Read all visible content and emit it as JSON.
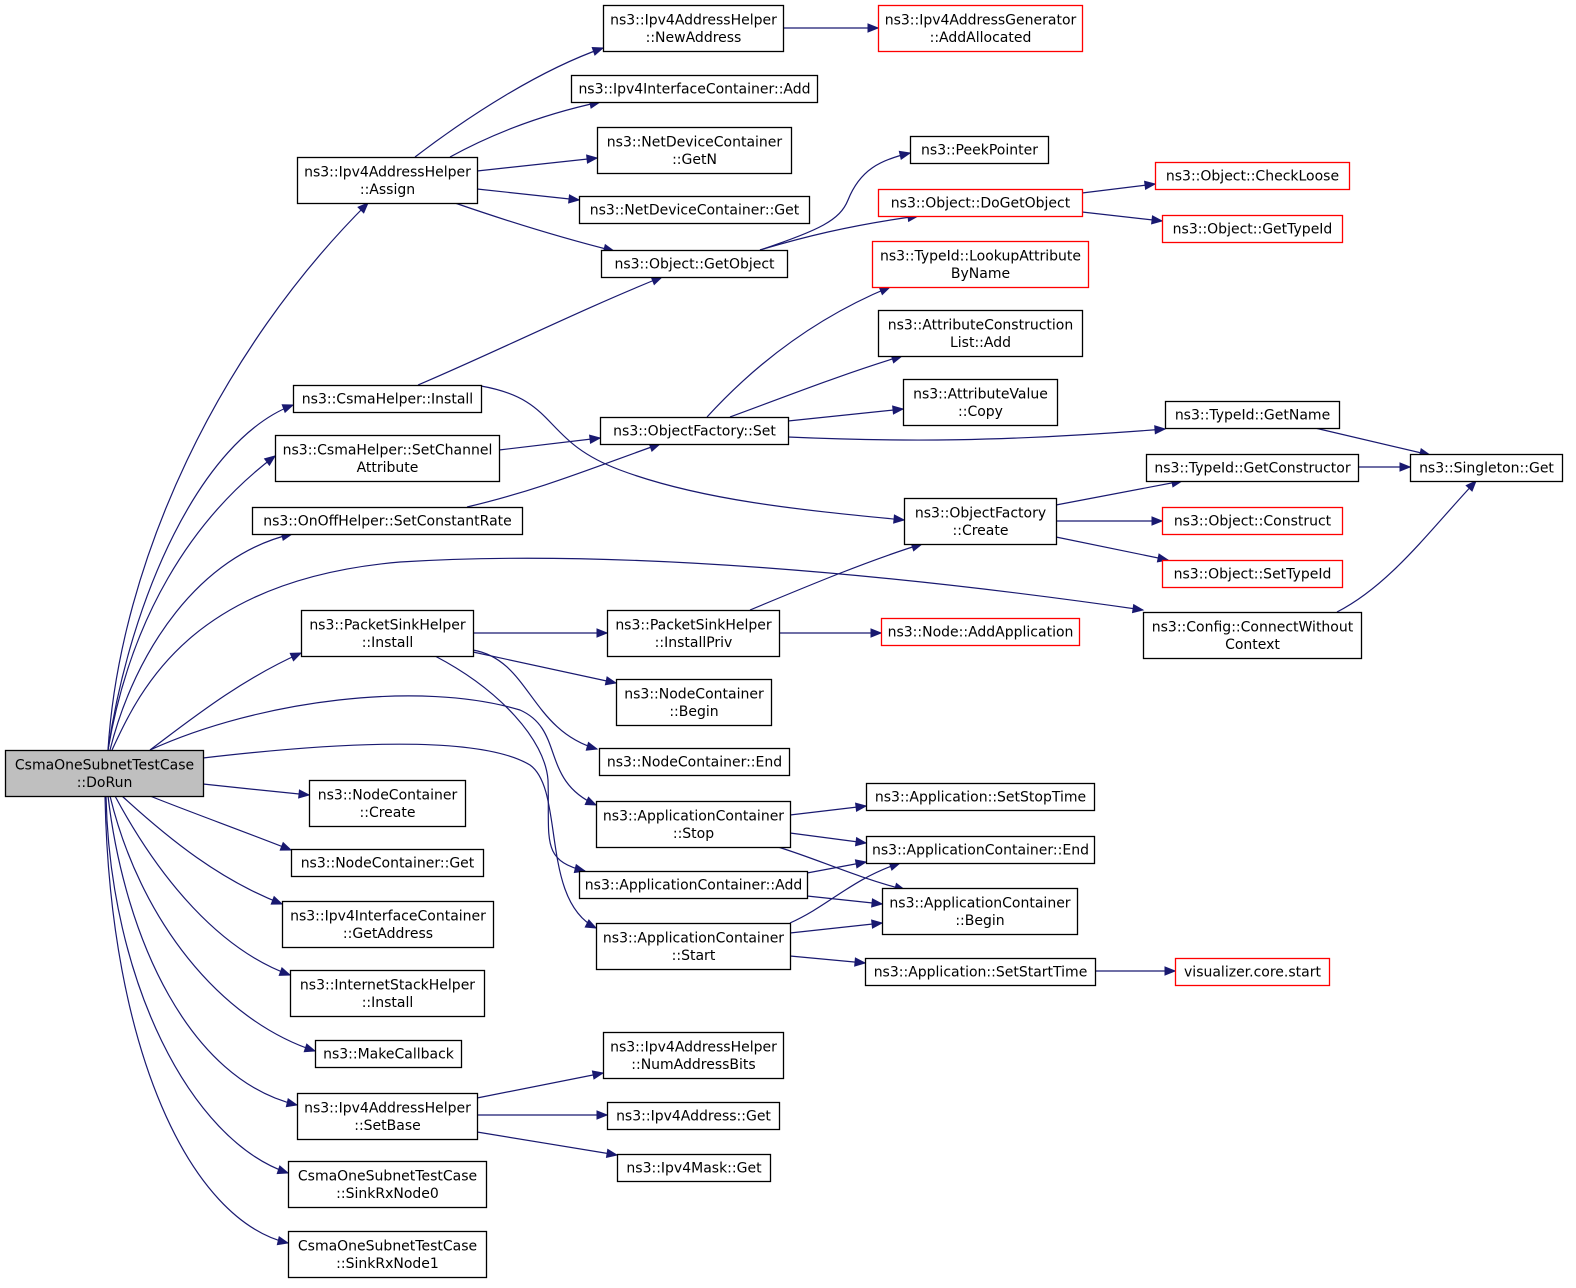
{
  "colors": {
    "edge": "#191970",
    "root_fill": "#bfbfbf",
    "node_fill": "#ffffff",
    "border_normal": "#000000",
    "border_truncated": "#ff0000"
  },
  "nodes": [
    {
      "id": "root",
      "lines": [
        "CsmaOneSubnetTestCase",
        "::DoRun"
      ],
      "style": "root"
    },
    {
      "id": "ipv4ah_assign",
      "lines": [
        "ns3::Ipv4AddressHelper",
        "::Assign"
      ],
      "style": "normal"
    },
    {
      "id": "csma_install",
      "lines": [
        "ns3::CsmaHelper::Install"
      ],
      "style": "normal"
    },
    {
      "id": "csma_setchannel",
      "lines": [
        "ns3::CsmaHelper::SetChannel",
        "Attribute"
      ],
      "style": "normal"
    },
    {
      "id": "onoff_setrate",
      "lines": [
        "ns3::OnOffHelper::SetConstantRate"
      ],
      "style": "normal"
    },
    {
      "id": "psh_install",
      "lines": [
        "ns3::PacketSinkHelper",
        "::Install"
      ],
      "style": "normal"
    },
    {
      "id": "nc_create",
      "lines": [
        "ns3::NodeContainer",
        "::Create"
      ],
      "style": "normal"
    },
    {
      "id": "nc_get",
      "lines": [
        "ns3::NodeContainer::Get"
      ],
      "style": "normal"
    },
    {
      "id": "ipv4ic_getaddress",
      "lines": [
        "ns3::Ipv4InterfaceContainer",
        "::GetAddress"
      ],
      "style": "normal"
    },
    {
      "id": "ish_install",
      "lines": [
        "ns3::InternetStackHelper",
        "::Install"
      ],
      "style": "normal"
    },
    {
      "id": "makecallback",
      "lines": [
        "ns3::MakeCallback"
      ],
      "style": "normal"
    },
    {
      "id": "ipv4ah_setbase",
      "lines": [
        "ns3::Ipv4AddressHelper",
        "::SetBase"
      ],
      "style": "normal"
    },
    {
      "id": "sinkrx0",
      "lines": [
        "CsmaOneSubnetTestCase",
        "::SinkRxNode0"
      ],
      "style": "normal"
    },
    {
      "id": "sinkrx1",
      "lines": [
        "CsmaOneSubnetTestCase",
        "::SinkRxNode1"
      ],
      "style": "normal"
    },
    {
      "id": "ipv4ah_newaddress",
      "lines": [
        "ns3::Ipv4AddressHelper",
        "::NewAddress"
      ],
      "style": "normal"
    },
    {
      "id": "ipv4ic_add",
      "lines": [
        "ns3::Ipv4InterfaceContainer::Add"
      ],
      "style": "normal"
    },
    {
      "id": "ndc_getn",
      "lines": [
        "ns3::NetDeviceContainer",
        "::GetN"
      ],
      "style": "normal"
    },
    {
      "id": "ndc_get",
      "lines": [
        "ns3::NetDeviceContainer::Get"
      ],
      "style": "normal"
    },
    {
      "id": "obj_getobject",
      "lines": [
        "ns3::Object::GetObject"
      ],
      "style": "normal"
    },
    {
      "id": "of_set",
      "lines": [
        "ns3::ObjectFactory::Set"
      ],
      "style": "normal"
    },
    {
      "id": "psh_installpriv",
      "lines": [
        "ns3::PacketSinkHelper",
        "::InstallPriv"
      ],
      "style": "normal"
    },
    {
      "id": "nc_begin",
      "lines": [
        "ns3::NodeContainer",
        "::Begin"
      ],
      "style": "normal"
    },
    {
      "id": "nc_end",
      "lines": [
        "ns3::NodeContainer::End"
      ],
      "style": "normal"
    },
    {
      "id": "ac_stop",
      "lines": [
        "ns3::ApplicationContainer",
        "::Stop"
      ],
      "style": "normal"
    },
    {
      "id": "ac_add",
      "lines": [
        "ns3::ApplicationContainer::Add"
      ],
      "style": "normal"
    },
    {
      "id": "ac_start",
      "lines": [
        "ns3::ApplicationContainer",
        "::Start"
      ],
      "style": "normal"
    },
    {
      "id": "ipv4ah_numaddrbits",
      "lines": [
        "ns3::Ipv4AddressHelper",
        "::NumAddressBits"
      ],
      "style": "normal"
    },
    {
      "id": "ipv4addr_get",
      "lines": [
        "ns3::Ipv4Address::Get"
      ],
      "style": "normal"
    },
    {
      "id": "ipv4mask_get",
      "lines": [
        "ns3::Ipv4Mask::Get"
      ],
      "style": "normal"
    },
    {
      "id": "ipv4ag_addallocated",
      "lines": [
        "ns3::Ipv4AddressGenerator",
        "::AddAllocated"
      ],
      "style": "truncated"
    },
    {
      "id": "peekpointer",
      "lines": [
        "ns3::PeekPointer"
      ],
      "style": "normal"
    },
    {
      "id": "obj_dogetobject",
      "lines": [
        "ns3::Object::DoGetObject"
      ],
      "style": "truncated"
    },
    {
      "id": "typeid_lookupattr",
      "lines": [
        "ns3::TypeId::LookupAttribute",
        "ByName"
      ],
      "style": "truncated"
    },
    {
      "id": "acl_add",
      "lines": [
        "ns3::AttributeConstruction",
        "List::Add"
      ],
      "style": "normal"
    },
    {
      "id": "av_copy",
      "lines": [
        "ns3::AttributeValue",
        "::Copy"
      ],
      "style": "normal"
    },
    {
      "id": "of_create",
      "lines": [
        "ns3::ObjectFactory",
        "::Create"
      ],
      "style": "normal"
    },
    {
      "id": "node_addapp",
      "lines": [
        "ns3::Node::AddApplication"
      ],
      "style": "truncated"
    },
    {
      "id": "app_setstoptime",
      "lines": [
        "ns3::Application::SetStopTime"
      ],
      "style": "normal"
    },
    {
      "id": "ac_end",
      "lines": [
        "ns3::ApplicationContainer::End"
      ],
      "style": "normal"
    },
    {
      "id": "ac_begin",
      "lines": [
        "ns3::ApplicationContainer",
        "::Begin"
      ],
      "style": "normal"
    },
    {
      "id": "app_setstarttime",
      "lines": [
        "ns3::Application::SetStartTime"
      ],
      "style": "normal"
    },
    {
      "id": "obj_checkloose",
      "lines": [
        "ns3::Object::CheckLoose"
      ],
      "style": "truncated"
    },
    {
      "id": "obj_gettypeid",
      "lines": [
        "ns3::Object::GetTypeId"
      ],
      "style": "truncated"
    },
    {
      "id": "typeid_getname",
      "lines": [
        "ns3::TypeId::GetName"
      ],
      "style": "normal"
    },
    {
      "id": "typeid_getconstructor",
      "lines": [
        "ns3::TypeId::GetConstructor"
      ],
      "style": "normal"
    },
    {
      "id": "obj_construct",
      "lines": [
        "ns3::Object::Construct"
      ],
      "style": "truncated"
    },
    {
      "id": "obj_settypeid",
      "lines": [
        "ns3::Object::SetTypeId"
      ],
      "style": "truncated"
    },
    {
      "id": "config_connect",
      "lines": [
        "ns3::Config::ConnectWithout",
        "Context"
      ],
      "style": "normal"
    },
    {
      "id": "viz_start",
      "lines": [
        "visualizer.core.start"
      ],
      "style": "truncated"
    },
    {
      "id": "singleton_get",
      "lines": [
        "ns3::Singleton::Get"
      ],
      "style": "normal"
    }
  ],
  "edges": [
    [
      "root",
      "ipv4ah_assign"
    ],
    [
      "root",
      "csma_install"
    ],
    [
      "root",
      "csma_setchannel"
    ],
    [
      "root",
      "onoff_setrate"
    ],
    [
      "root",
      "config_connect"
    ],
    [
      "root",
      "psh_install"
    ],
    [
      "root",
      "ac_stop"
    ],
    [
      "root",
      "ac_start"
    ],
    [
      "root",
      "nc_create"
    ],
    [
      "root",
      "nc_get"
    ],
    [
      "root",
      "ipv4ic_getaddress"
    ],
    [
      "root",
      "ish_install"
    ],
    [
      "root",
      "makecallback"
    ],
    [
      "root",
      "ipv4ah_setbase"
    ],
    [
      "root",
      "sinkrx0"
    ],
    [
      "root",
      "sinkrx1"
    ],
    [
      "ipv4ah_assign",
      "ipv4ah_newaddress"
    ],
    [
      "ipv4ah_assign",
      "ipv4ic_add"
    ],
    [
      "ipv4ah_assign",
      "ndc_getn"
    ],
    [
      "ipv4ah_assign",
      "ndc_get"
    ],
    [
      "ipv4ah_assign",
      "obj_getobject"
    ],
    [
      "ipv4ah_newaddress",
      "ipv4ag_addallocated"
    ],
    [
      "csma_install",
      "obj_getobject"
    ],
    [
      "csma_install",
      "of_create"
    ],
    [
      "csma_setchannel",
      "of_set"
    ],
    [
      "onoff_setrate",
      "of_set"
    ],
    [
      "obj_getobject",
      "peekpointer"
    ],
    [
      "obj_getobject",
      "obj_dogetobject"
    ],
    [
      "obj_dogetobject",
      "obj_checkloose"
    ],
    [
      "obj_dogetobject",
      "obj_gettypeid"
    ],
    [
      "of_set",
      "typeid_lookupattr"
    ],
    [
      "of_set",
      "acl_add"
    ],
    [
      "of_set",
      "av_copy"
    ],
    [
      "of_set",
      "typeid_getname"
    ],
    [
      "typeid_getname",
      "singleton_get"
    ],
    [
      "typeid_getconstructor",
      "singleton_get"
    ],
    [
      "config_connect",
      "singleton_get"
    ],
    [
      "of_create",
      "typeid_getconstructor"
    ],
    [
      "of_create",
      "obj_construct"
    ],
    [
      "of_create",
      "obj_settypeid"
    ],
    [
      "psh_install",
      "psh_installpriv"
    ],
    [
      "psh_install",
      "nc_begin"
    ],
    [
      "psh_install",
      "nc_end"
    ],
    [
      "psh_install",
      "ac_add"
    ],
    [
      "psh_installpriv",
      "of_create"
    ],
    [
      "psh_installpriv",
      "node_addapp"
    ],
    [
      "ac_stop",
      "app_setstoptime"
    ],
    [
      "ac_stop",
      "ac_end"
    ],
    [
      "ac_stop",
      "ac_begin"
    ],
    [
      "ac_add",
      "ac_end"
    ],
    [
      "ac_add",
      "ac_begin"
    ],
    [
      "ac_start",
      "ac_end"
    ],
    [
      "ac_start",
      "ac_begin"
    ],
    [
      "ac_start",
      "app_setstarttime"
    ],
    [
      "app_setstarttime",
      "viz_start"
    ],
    [
      "ipv4ah_setbase",
      "ipv4ah_numaddrbits"
    ],
    [
      "ipv4ah_setbase",
      "ipv4addr_get"
    ],
    [
      "ipv4ah_setbase",
      "ipv4mask_get"
    ]
  ]
}
